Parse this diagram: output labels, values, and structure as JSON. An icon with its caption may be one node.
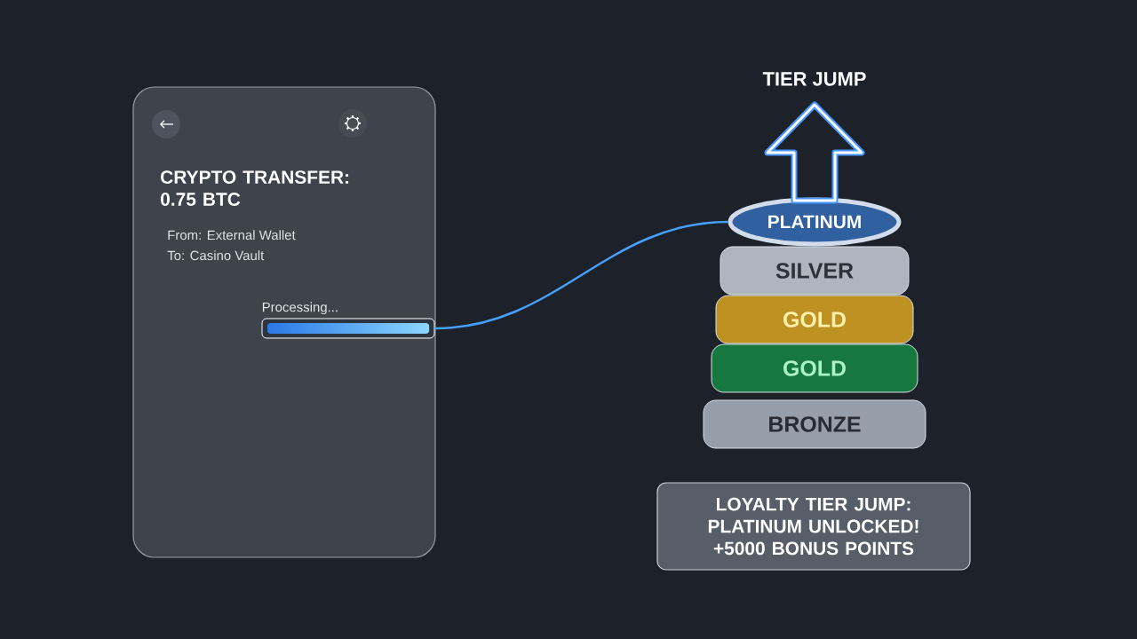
{
  "diagram": {
    "nodes": [
      {
        "text": [
          "CRYPTO TRANSFER: 0.75 BTC",
          "From: External Wallet",
          "To: Casino Vault"
        ]
      },
      {
        "text": [
          "Processing..."
        ],
        "in": 0
      },
      {
        "text": [
          "PLATINUM"
        ]
      },
      {
        "text": [
          "SILVER"
        ]
      },
      {
        "text": [
          "GOLD"
        ]
      },
      {
        "text": [
          "GOLD"
        ]
      },
      {
        "text": [
          "BRONZE"
        ]
      },
      {
        "text": [
          "LOYALTY TIER JUMP: PLATINUM UNLOCKED! +5000 BONUS POINTS"
        ]
      }
    ],
    "edges": [
      {
        "from": 1,
        "to": 2,
        "arrow": "none"
      }
    ],
    "labels": [
      "TIER JUMP"
    ]
  }
}
